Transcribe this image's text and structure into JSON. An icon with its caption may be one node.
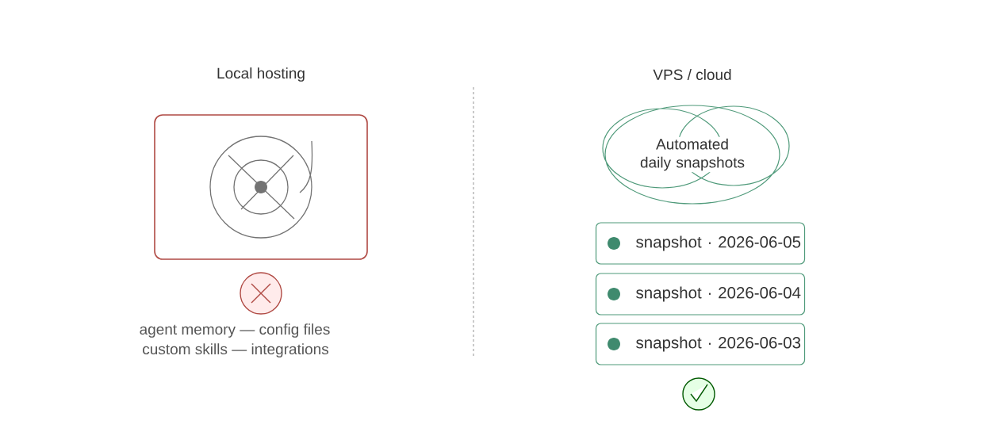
{
  "diagram": {
    "nodes": [
      {
        "text": [],
        "shape": "box"
      },
      {
        "text": [
          "Automated daily snapshots"
        ]
      },
      {
        "text": [
          "snapshot · 2026-06-05"
        ]
      },
      {
        "text": [
          "snapshot · 2026-06-04"
        ]
      },
      {
        "text": [
          "snapshot · 2026-06-03"
        ]
      }
    ],
    "edges": [],
    "labels": [
      "Local hosting",
      "VPS / cloud",
      "agent memory — config files",
      "custom skills — integrations"
    ]
  }
}
